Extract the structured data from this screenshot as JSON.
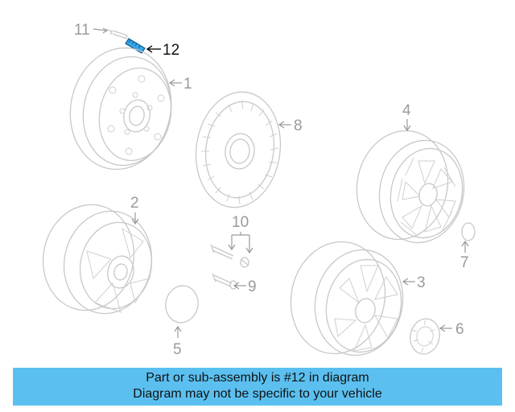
{
  "diagram": {
    "callouts": {
      "c1": "1",
      "c2": "2",
      "c3": "3",
      "c4": "4",
      "c5": "5",
      "c6": "6",
      "c7": "7",
      "c8": "8",
      "c9": "9",
      "c10": "10",
      "c11": "11",
      "c12": "12"
    },
    "highlighted_part": "12",
    "highlight_color": "#3aa8e8"
  },
  "banner": {
    "line1": "Part or sub-assembly is #12 in diagram",
    "line2": "Diagram may not be specific to your vehicle",
    "background": "#5bc0f0"
  }
}
